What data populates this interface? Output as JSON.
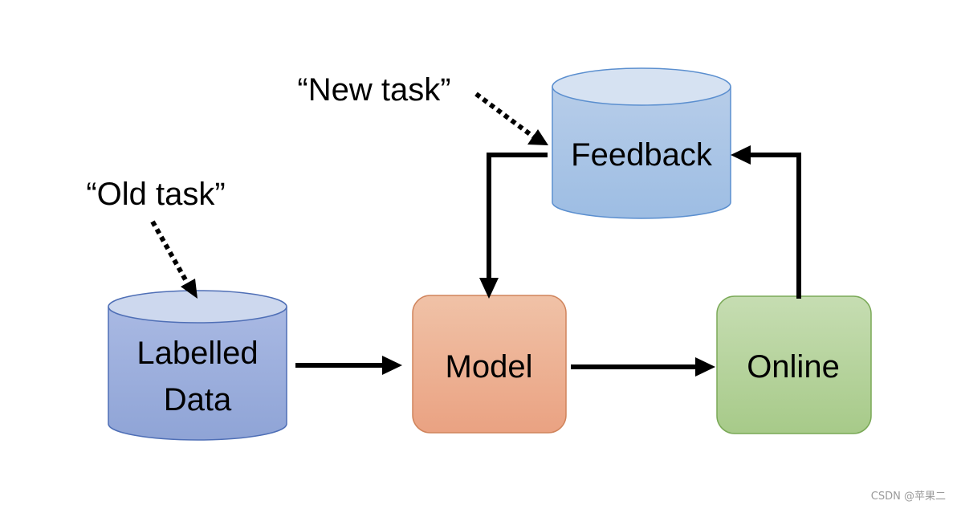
{
  "nodes": {
    "labelled_data": {
      "label_line1": "Labelled",
      "label_line2": "Data",
      "color_top": "#cdd8ee",
      "color_body_top": "#a9b9e3",
      "color_body_bottom": "#8fa4d6",
      "stroke": "#4f6fb6"
    },
    "model": {
      "label": "Model",
      "color_top": "#f0c2a7",
      "color_bottom": "#eaa282",
      "stroke": "#d0845c"
    },
    "online": {
      "label": "Online",
      "color_top": "#c6ddb2",
      "color_bottom": "#a7ca89",
      "stroke": "#7aa957"
    },
    "feedback": {
      "label": "Feedback",
      "color_top": "#d6e2f2",
      "color_body_top": "#b7cde9",
      "color_body_bottom": "#9dbde3",
      "stroke": "#5b8fcf"
    }
  },
  "annotations": {
    "old_task": "“Old task”",
    "new_task": "“New task”"
  },
  "watermark": "CSDN @苹果二"
}
